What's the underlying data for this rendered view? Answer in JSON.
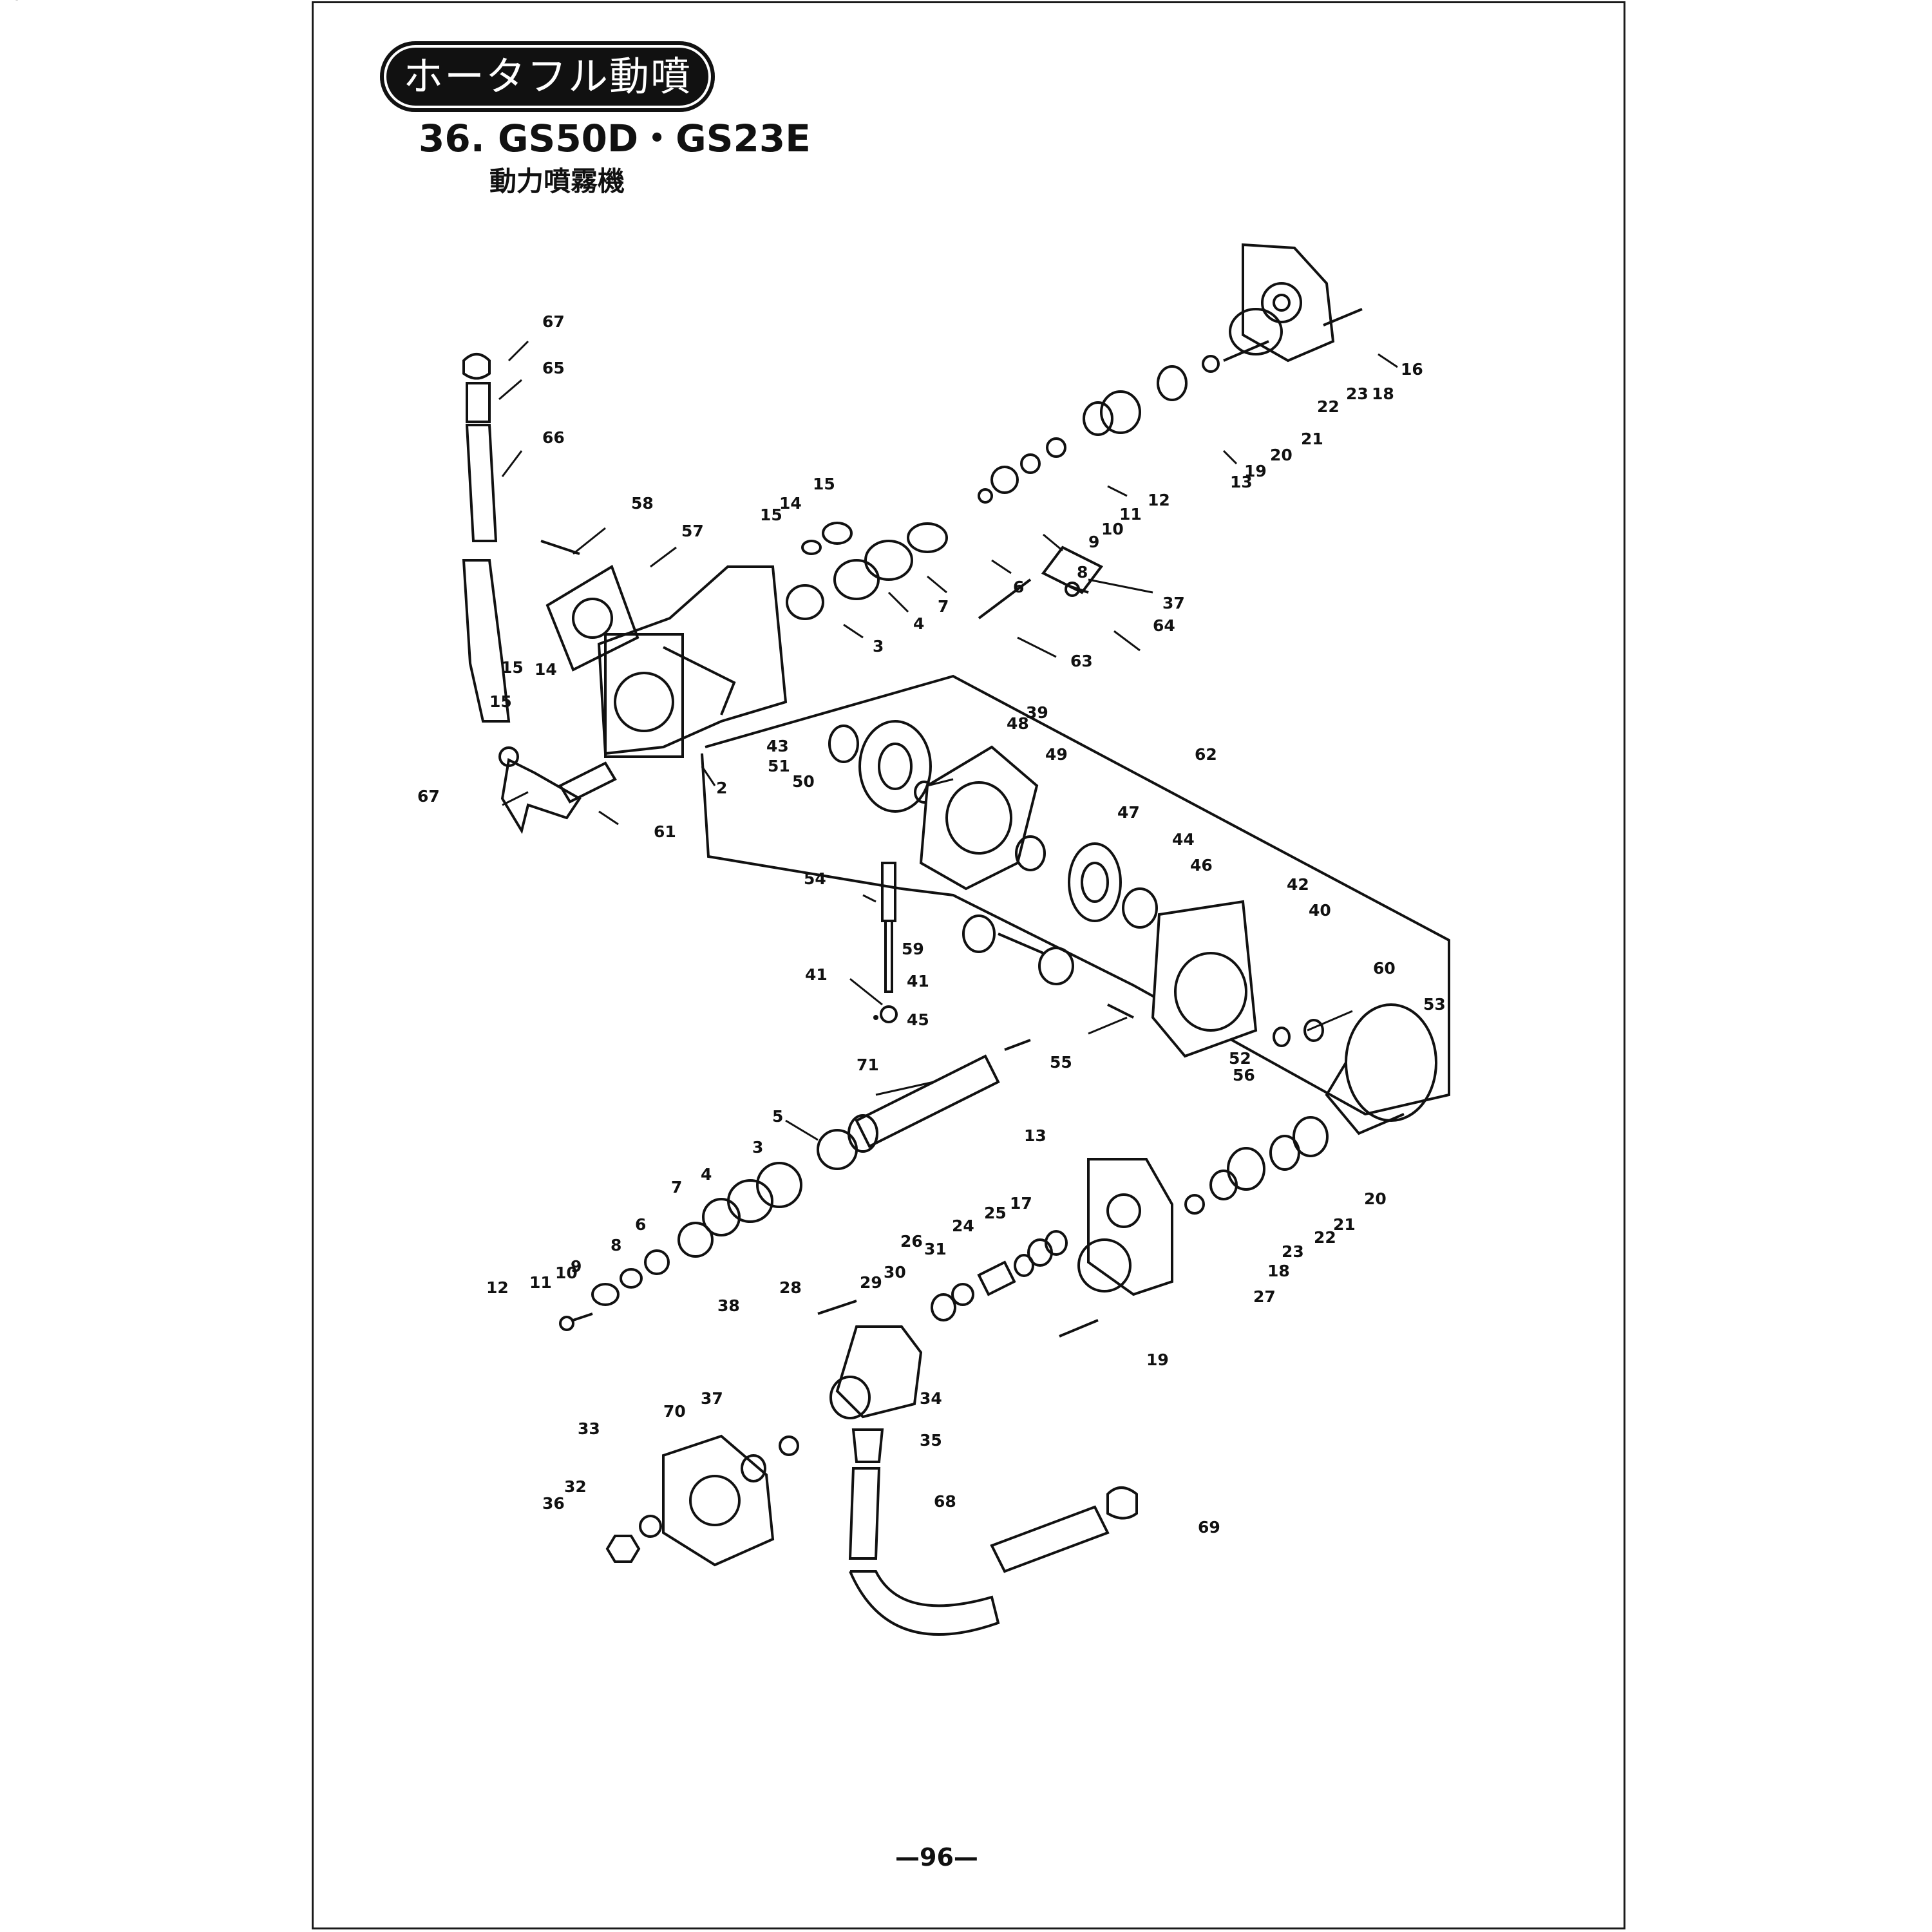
{
  "header": {
    "badge": "ホータフル動噴",
    "model": "36. GS50D・GS23E",
    "subtitle": "動力噴霧機"
  },
  "page_number": "—96—",
  "part_labels": [
    "67",
    "65",
    "66",
    "58",
    "57",
    "15",
    "14",
    "15",
    "14",
    "15",
    "15",
    "67",
    "61",
    "2",
    "3",
    "4",
    "7",
    "6",
    "8",
    "9",
    "10",
    "11",
    "12",
    "13",
    "19",
    "20",
    "21",
    "22",
    "23",
    "18",
    "16",
    "37",
    "64",
    "63",
    "62",
    "39",
    "48",
    "49",
    "43",
    "51",
    "50",
    "47",
    "44",
    "46",
    "42",
    "40",
    "54",
    "59",
    "41",
    "45",
    "41",
    "60",
    "53",
    "52",
    "56",
    "55",
    "71",
    "5",
    "3",
    "4",
    "7",
    "6",
    "8",
    "9",
    "10",
    "11",
    "12",
    "13",
    "17",
    "25",
    "24",
    "26",
    "31",
    "30",
    "29",
    "28",
    "38",
    "27",
    "18",
    "23",
    "22",
    "21",
    "20",
    "19",
    "37",
    "34",
    "70",
    "33",
    "32",
    "36",
    "35",
    "68",
    "69",
    "70"
  ],
  "colors": {
    "ink": "#111111",
    "paper": "#ffffff"
  }
}
